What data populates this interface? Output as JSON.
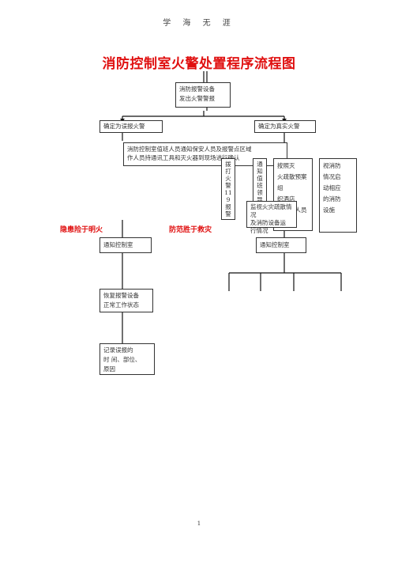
{
  "header": "学 海 无 涯",
  "title": "消防控制室火警处置程序流程图",
  "nodes": {
    "alarm": [
      "消防报警设备",
      "发出火警警报"
    ],
    "false_alarm": "确定为误报火警",
    "true_fire": "确定为真实火警",
    "duty_notify": [
      "消防控制室值班人员通知保安人员及报警点区域",
      "作人员持通讯工具和灭火器到现场进行确认"
    ],
    "call_119": "拨打火警119报警",
    "notify_leader": "通知值班领导",
    "start_plan": [
      "按照灭",
      "火疏散预案组",
      "织酒店",
      "员工及人员疏散"
    ],
    "monitor": [
      "视消防",
      "情况启",
      "动相应",
      "的消防",
      "设施"
    ],
    "monitor_status": [
      "监视火灾疏散情况",
      "及消防设备运",
      "行情况"
    ],
    "notify_control_left": "通知控制室",
    "notify_control_right": "通知控制室",
    "restore": [
      "恢复报警设备",
      "正常工作状态"
    ],
    "record": [
      "记录误报的",
      "时 间、部位、",
      "原因"
    ]
  },
  "slogans": {
    "left": "隐患险于明火",
    "right": "防范胜于救灾"
  },
  "page_number": "1"
}
